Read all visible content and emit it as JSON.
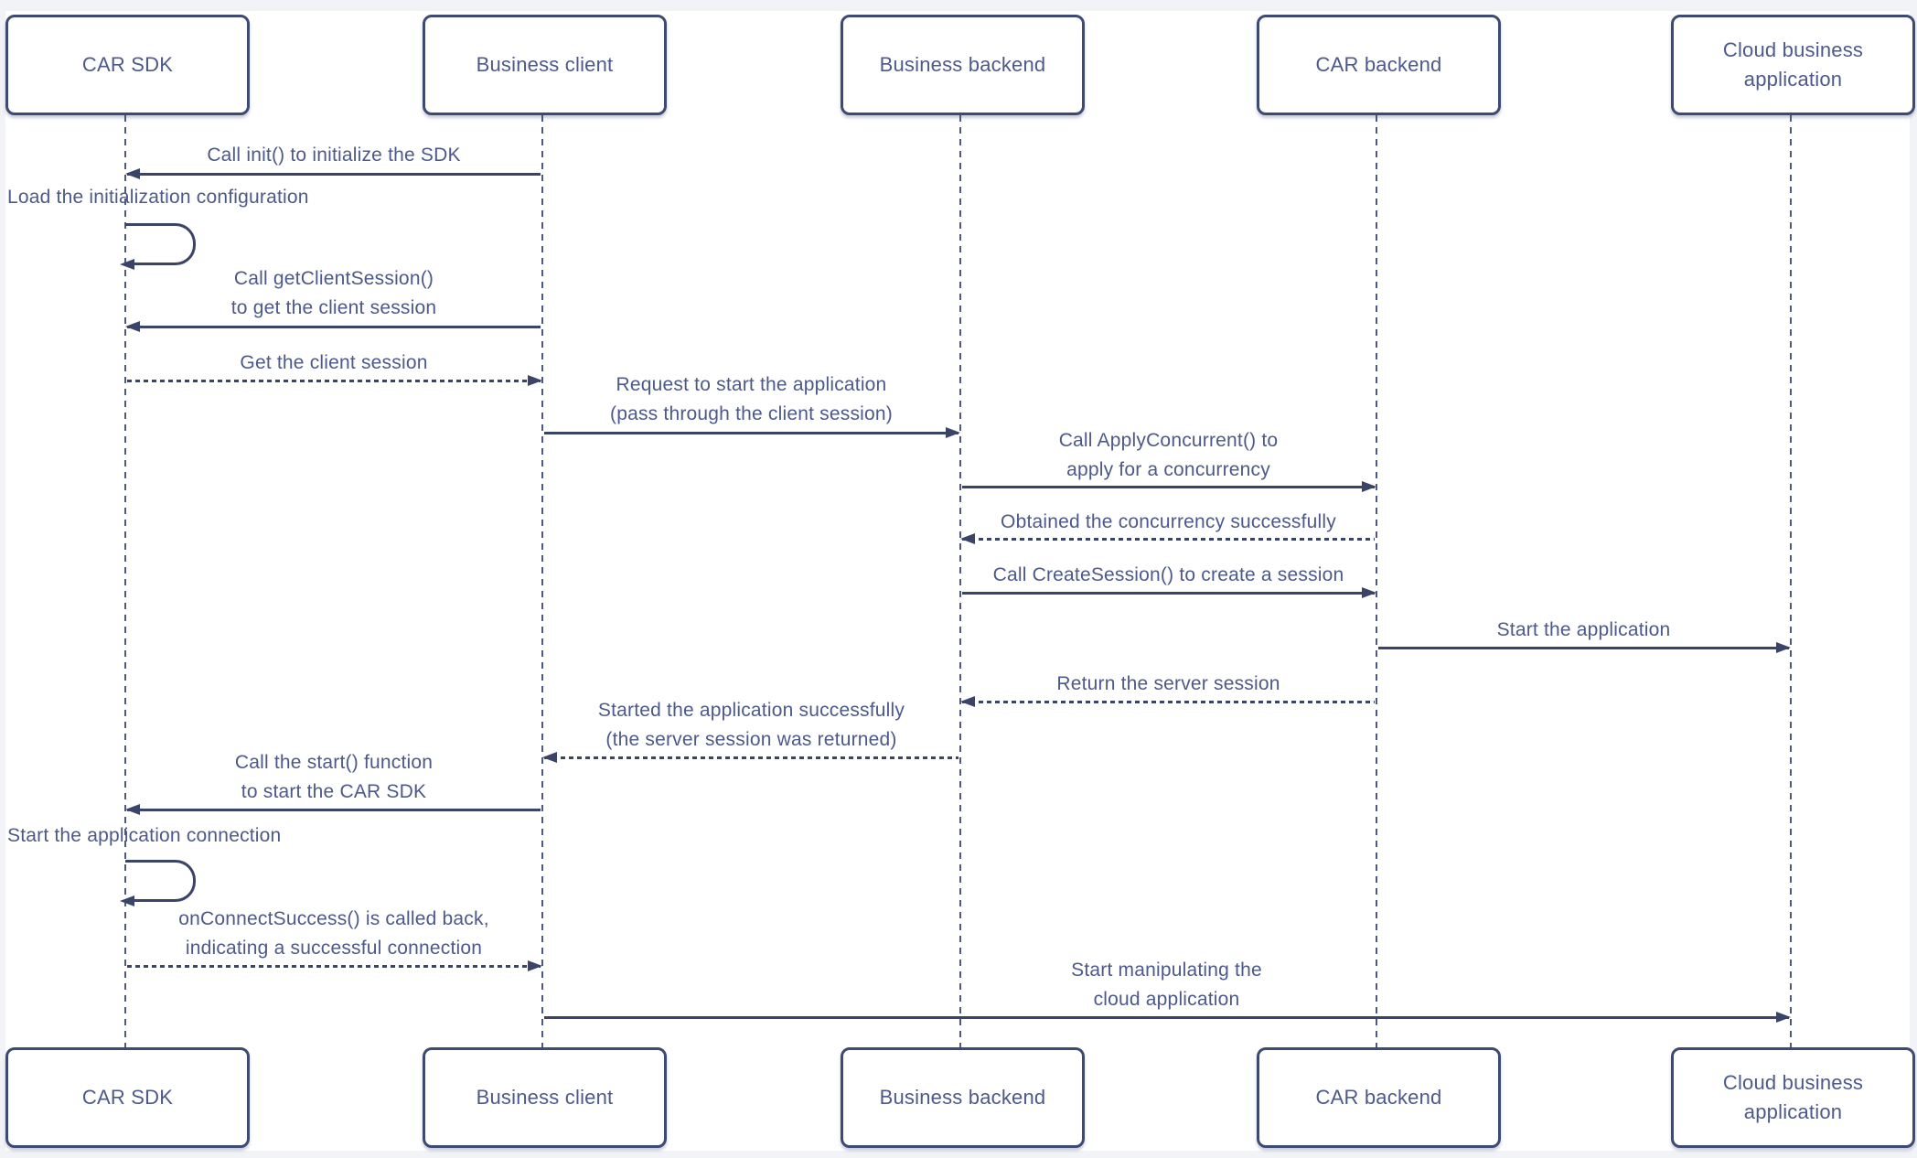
{
  "diagram": {
    "type": "sequence-diagram",
    "actors": [
      {
        "id": "car-sdk",
        "label": "CAR SDK"
      },
      {
        "id": "business-client",
        "label": "Business client"
      },
      {
        "id": "business-backend",
        "label": "Business backend"
      },
      {
        "id": "car-backend",
        "label": "CAR backend"
      },
      {
        "id": "cloud-business-application",
        "label": "Cloud business\napplication"
      }
    ],
    "messages": [
      {
        "text": "Call init() to initialize the SDK",
        "from": "business-client",
        "to": "car-sdk",
        "line": "solid"
      },
      {
        "text": "Load the initialization configuration",
        "from": "car-sdk",
        "to": "car-sdk",
        "line": "self-loop"
      },
      {
        "text": "Call getClientSession()\nto get the client session",
        "from": "business-client",
        "to": "car-sdk",
        "line": "solid"
      },
      {
        "text": "Get the client session",
        "from": "car-sdk",
        "to": "business-client",
        "line": "dashed"
      },
      {
        "text": "Request to start the application\n(pass through the client session)",
        "from": "business-client",
        "to": "business-backend",
        "line": "solid"
      },
      {
        "text": "Call ApplyConcurrent() to\napply for a concurrency",
        "from": "business-backend",
        "to": "car-backend",
        "line": "solid"
      },
      {
        "text": "Obtained the concurrency successfully",
        "from": "car-backend",
        "to": "business-backend",
        "line": "dashed"
      },
      {
        "text": "Call CreateSession() to create a session",
        "from": "business-backend",
        "to": "car-backend",
        "line": "solid"
      },
      {
        "text": "Start the application",
        "from": "car-backend",
        "to": "cloud-business-application",
        "line": "solid"
      },
      {
        "text": "Return the server session",
        "from": "car-backend",
        "to": "business-backend",
        "line": "dashed"
      },
      {
        "text": "Started the application successfully\n(the server session was returned)",
        "from": "business-backend",
        "to": "business-client",
        "line": "dashed"
      },
      {
        "text": "Call the start() function\nto start the CAR SDK",
        "from": "business-client",
        "to": "car-sdk",
        "line": "solid"
      },
      {
        "text": "Start the application connection",
        "from": "car-sdk",
        "to": "car-sdk",
        "line": "self-loop"
      },
      {
        "text": "onConnectSuccess() is called back,\nindicating a successful connection",
        "from": "car-sdk",
        "to": "business-client",
        "line": "dashed"
      },
      {
        "text": "Start manipulating the\ncloud application",
        "from": "business-client",
        "to": "cloud-business-application",
        "line": "solid"
      }
    ],
    "colors": {
      "background": "#f2f3f6",
      "surface": "#ffffff",
      "line": "#3a4468",
      "box_border": "#3d4a74",
      "text": "#4d598b",
      "lifeline": "#4d5883"
    }
  }
}
